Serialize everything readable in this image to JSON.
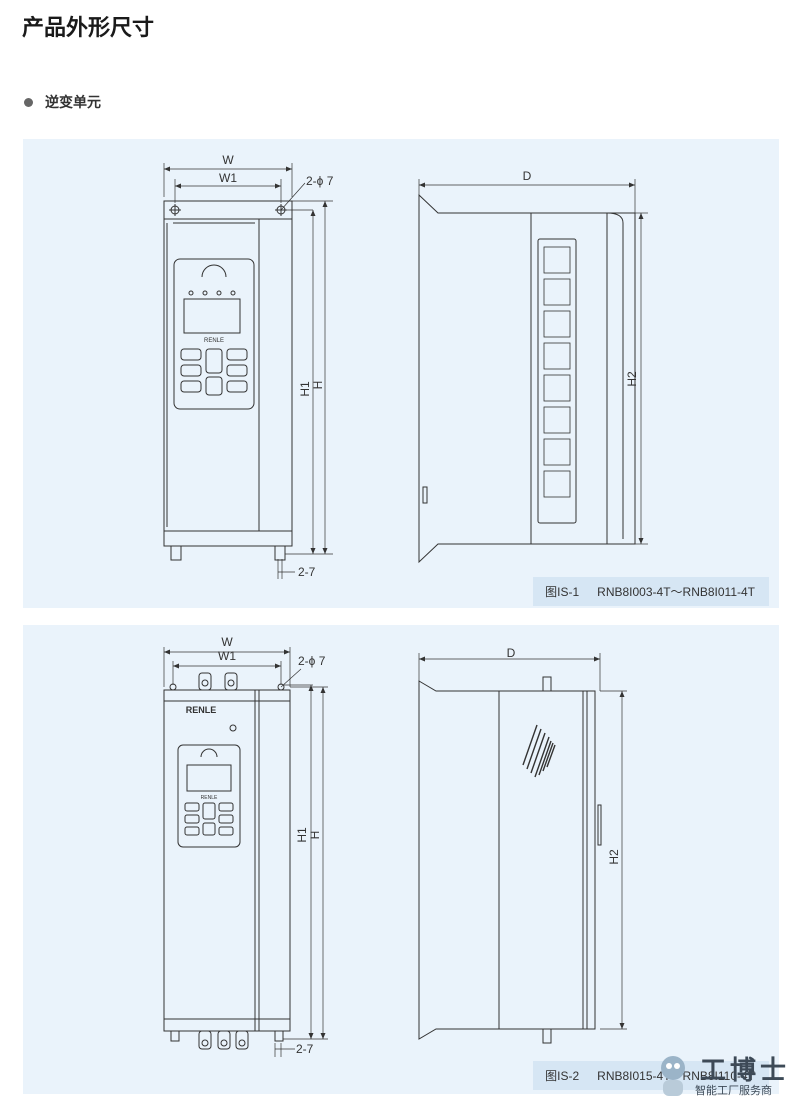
{
  "page": {
    "title": "产品外形尺寸"
  },
  "section": {
    "label": "逆变单元"
  },
  "figure1": {
    "caption_id": "图IS-1",
    "caption_model": "RNB8I003-4T～RNB8I011-4T",
    "dims": {
      "w": "W",
      "w1": "W1",
      "hole_top": "2-ϕ 7",
      "hole_bottom": "2-7",
      "h": "H",
      "h1": "H1",
      "d": "D",
      "h2": "H2"
    },
    "keypad_brand": "RENLE"
  },
  "figure2": {
    "caption_id": "图IS-2",
    "caption_model": "RNB8I015-4T～RNB8I110-4T",
    "dims": {
      "w": "W",
      "w1": "W1",
      "hole_top": "2-ϕ 7",
      "hole_bottom": "2-7",
      "h": "H",
      "h1": "H1",
      "d": "D",
      "h2": "H2"
    },
    "brand_label": "RENLE",
    "keypad_brand": "RENLE"
  },
  "watermark": {
    "logo": "工博士",
    "slogan": "智能工厂服务商"
  }
}
